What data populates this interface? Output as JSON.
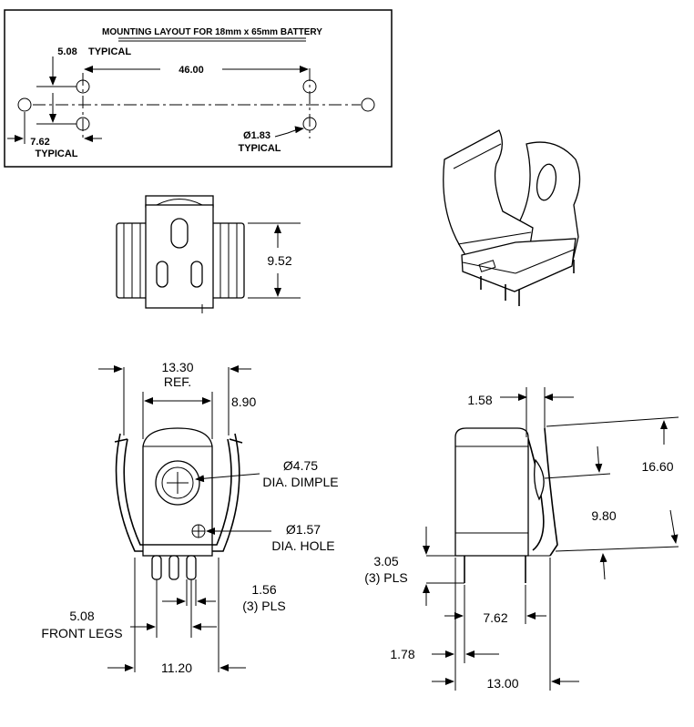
{
  "mounting_layout": {
    "title": "MOUNTING LAYOUT FOR 18mm x 65mm BATTERY",
    "dim_typical_spacing": "5.08",
    "label_typical": "TYPICAL",
    "dim_hole_span": "46.00",
    "dim_side_offset": "7.62",
    "dim_hole_diameter": "Ø1.83"
  },
  "top_view": {
    "dim_height": "9.52"
  },
  "front_view": {
    "dim_width": "13.30",
    "label_ref": "REF.",
    "dim_inner": "8.90",
    "dim_dimple": "Ø4.75",
    "label_dimple": "DIA. DIMPLE",
    "dim_hole": "Ø1.57",
    "label_hole": "DIA. HOLE",
    "dim_leg_width": "1.56",
    "label_pls": "(3) PLS",
    "dim_front_legs": "5.08",
    "label_front_legs": "FRONT LEGS",
    "dim_base": "11.20"
  },
  "side_view": {
    "dim_thickness": "1.58",
    "dim_height": "16.60",
    "dim_dimple_height": "9.80",
    "dim_leg_length": "3.05",
    "label_pls": "(3) PLS",
    "dim_leg_span": "7.62",
    "dim_leg_offset": "1.78",
    "dim_depth": "13.00"
  }
}
